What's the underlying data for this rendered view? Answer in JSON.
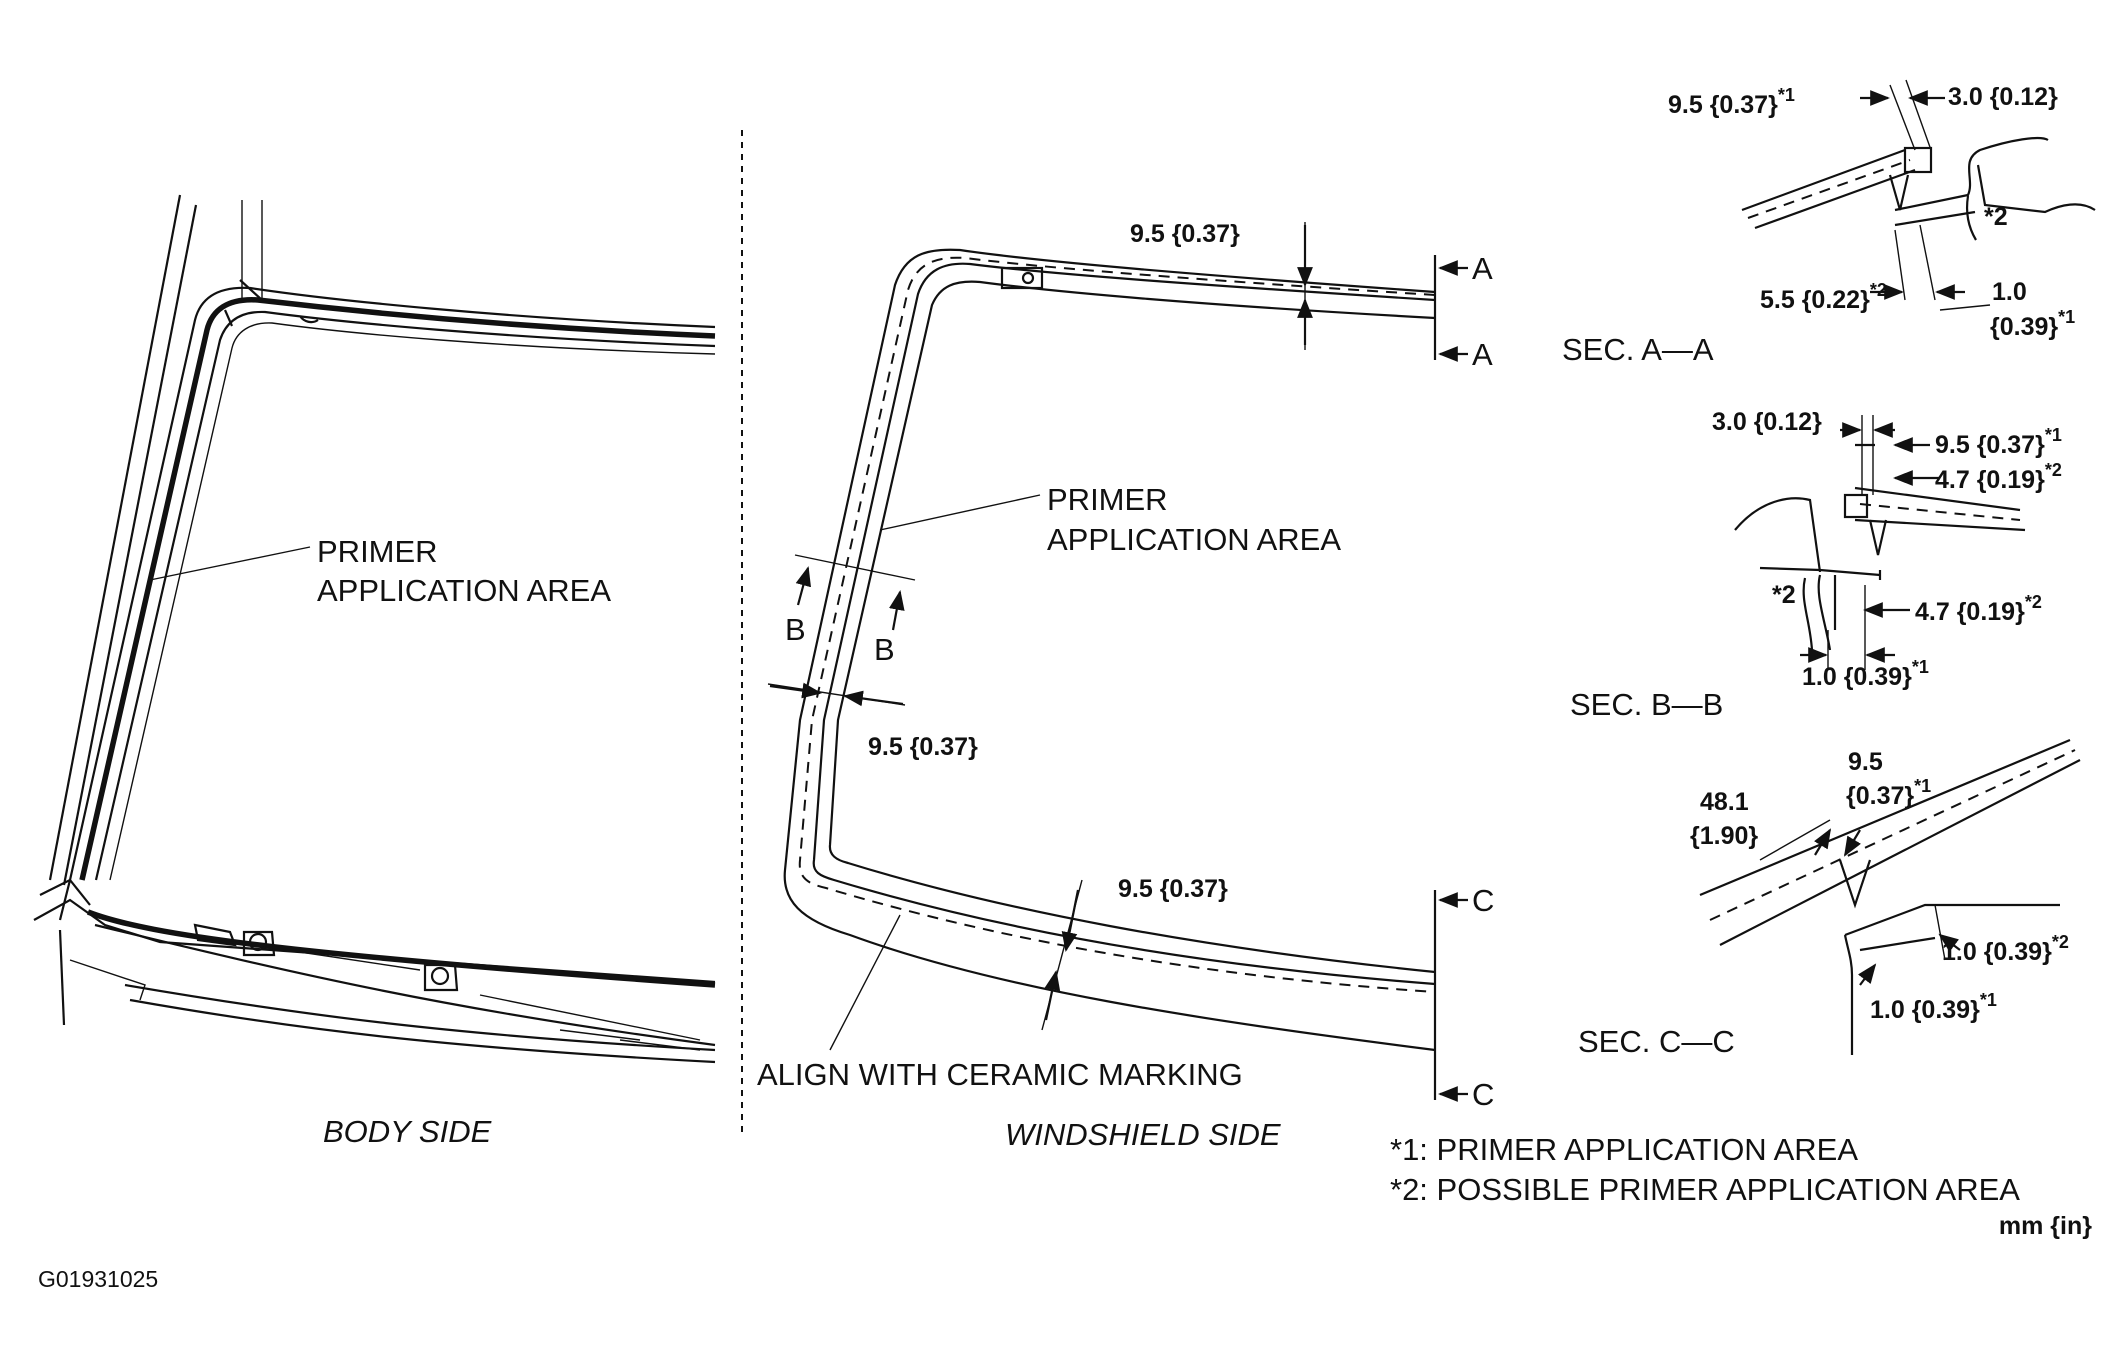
{
  "body_side": {
    "caption": "BODY SIDE",
    "label_line1": "PRIMER",
    "label_line2": "APPLICATION AREA"
  },
  "windshield_side": {
    "caption": "WINDSHIELD SIDE",
    "label_line1": "PRIMER",
    "label_line2": "APPLICATION AREA",
    "dim_top": "9.5 {0.37}",
    "dim_left": "9.5 {0.37}",
    "dim_bottom": "9.5 {0.37}",
    "align_label": "ALIGN WITH CERAMIC MARKING",
    "marker_a": "A",
    "marker_b": "B",
    "marker_c": "C"
  },
  "sec_a": {
    "title": "SEC. A—A",
    "dim_top_left": "9.5 {0.37}",
    "dim_top_left_sup": "*1",
    "dim_top_right": "3.0 {0.12}",
    "dim_bottom_left": "5.5 {0.22}",
    "dim_bottom_left_sup": "*2",
    "dim_bottom_right_line1": "1.0",
    "dim_bottom_right_line2": "{0.39}",
    "dim_bottom_right_sup": "*1",
    "mark_star2": "*2"
  },
  "sec_b": {
    "title": "SEC. B—B",
    "dim_a": "3.0 {0.12}",
    "dim_b": "9.5 {0.37}",
    "dim_b_sup": "*1",
    "dim_c": "4.7 {0.19}",
    "dim_c_sup": "*2",
    "dim_d": "4.7 {0.19}",
    "dim_d_sup": "*2",
    "dim_e": "1.0 {0.39}",
    "dim_e_sup": "*1",
    "mark_star2": "*2"
  },
  "sec_c": {
    "title": "SEC. C—C",
    "dim_a_line1": "48.1",
    "dim_a_line2": "{1.90}",
    "dim_b_line1": "9.5",
    "dim_b_line2": "{0.37}",
    "dim_b_sup": "*1",
    "dim_c": "1.0 {0.39}",
    "dim_c_sup": "*2",
    "dim_d": "1.0 {0.39}",
    "dim_d_sup": "*1"
  },
  "legend": {
    "note1": "*1: PRIMER APPLICATION AREA",
    "note2": "*2: POSSIBLE PRIMER APPLICATION AREA",
    "units": "mm {in}"
  },
  "figure_id": "G01931025"
}
